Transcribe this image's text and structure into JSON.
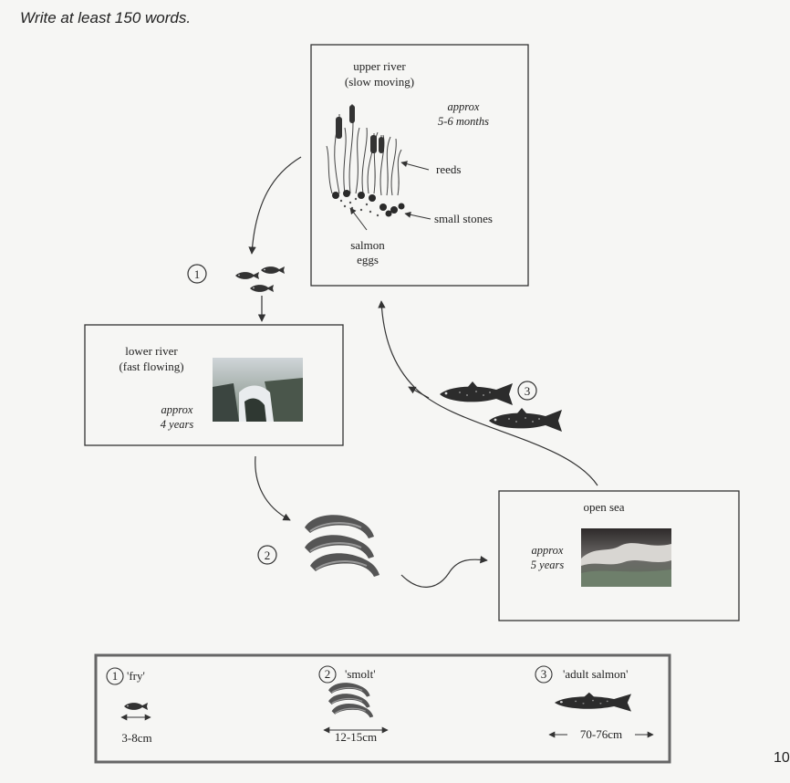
{
  "instruction": "Write at least 150 words.",
  "page_number": "10",
  "stages": {
    "upper_river": {
      "title_line1": "upper river",
      "title_line2": "(slow moving)",
      "duration_line1": "approx",
      "duration_line2": "5-6 months",
      "label_reeds": "reeds",
      "label_stones": "small stones",
      "label_eggs_line1": "salmon",
      "label_eggs_line2": "eggs"
    },
    "lower_river": {
      "title_line1": "lower river",
      "title_line2": "(fast flowing)",
      "duration_line1": "approx",
      "duration_line2": "4 years"
    },
    "open_sea": {
      "title": "open sea",
      "duration_line1": "approx",
      "duration_line2": "5 years"
    }
  },
  "markers": {
    "fry": "1",
    "smolt": "2",
    "adult": "3"
  },
  "legend": {
    "fry_label": "'fry'",
    "fry_size": "3-8cm",
    "smolt_label": "'smolt'",
    "smolt_size": "12-15cm",
    "adult_label": "'adult salmon'",
    "adult_size": "70-76cm"
  },
  "icons": [
    "salmon-fry-icon",
    "salmon-smolt-icon",
    "adult-salmon-icon",
    "reeds-icon",
    "river-photo-icon",
    "sea-photo-icon"
  ]
}
